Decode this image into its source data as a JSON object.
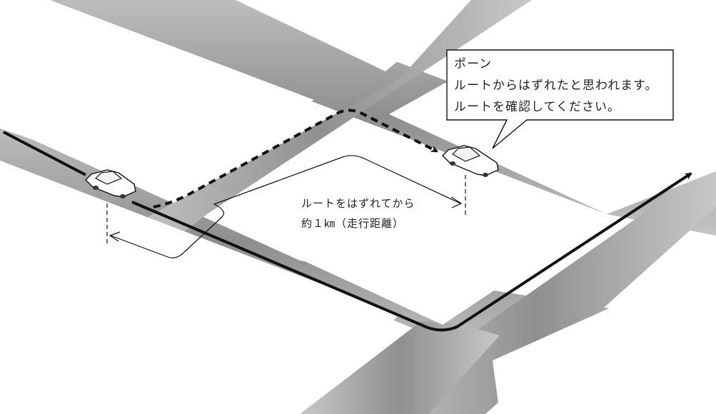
{
  "diagram": {
    "callout": {
      "sound": "ポーン",
      "line1": "ルートからはずれたと思われます。",
      "line2": "ルートを確認してください。"
    },
    "distance_note": {
      "line1": "ルートをはずれてから",
      "line2": "約１㎞（走行距離）"
    },
    "icons": [
      "car-icon",
      "car-icon"
    ],
    "colors": {
      "road": "#a8a8a8",
      "route_line": "#111111",
      "background": "#ffffff"
    }
  }
}
